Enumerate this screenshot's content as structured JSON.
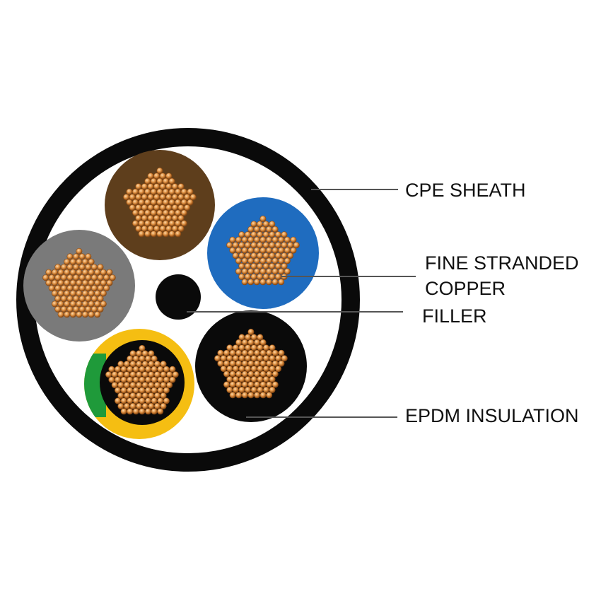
{
  "labels": {
    "cpe_sheath": "CPE SHEATH",
    "fine_stranded_copper": "FINE STRANDED COPPER",
    "filler": "FILLER",
    "epdm_insulation": "EPDM INSULATION"
  },
  "colors": {
    "sheath": "#0a0a0a",
    "background": "#ffffff",
    "core_brown": "#5e3e1c",
    "core_blue": "#1f6cbf",
    "core_grey": "#7a7a7a",
    "core_yellow": "#f5be12",
    "core_green": "#1f9a3a",
    "core_black": "#0a0a0a",
    "copper": "#d98a3c",
    "copper_dark": "#8a4a14",
    "leader_line": "#555555"
  },
  "cores": [
    {
      "name": "brown-core",
      "insulation": "brown"
    },
    {
      "name": "blue-core",
      "insulation": "blue"
    },
    {
      "name": "grey-core",
      "insulation": "grey"
    },
    {
      "name": "green-yellow-core",
      "insulation": "green-yellow"
    },
    {
      "name": "black-core",
      "insulation": "black"
    }
  ]
}
